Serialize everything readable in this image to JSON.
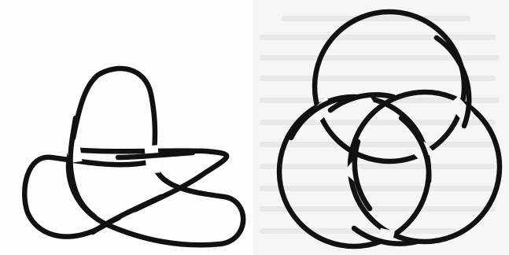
{
  "figure": {
    "ink_color": "#111111",
    "paper_color": "#ffffff",
    "left_panel": {
      "subject": "trefoil-knot"
    },
    "right_panel": {
      "subject": "borromean-rings",
      "ring_count": 3
    }
  }
}
